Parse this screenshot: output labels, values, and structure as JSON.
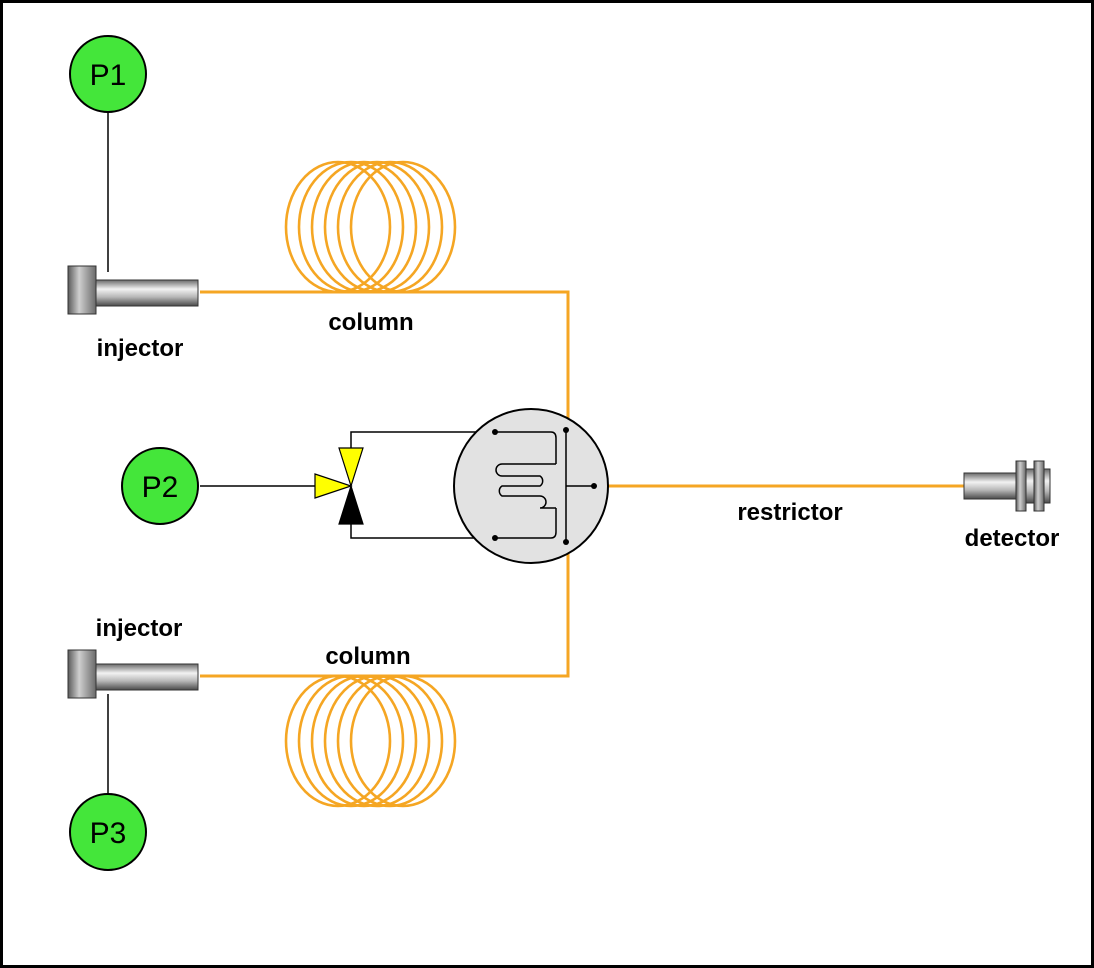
{
  "labels": {
    "injector_top": "injector",
    "injector_bottom": "injector",
    "column_top": "column",
    "column_bottom": "column",
    "restrictor": "restrictor",
    "detector": "detector"
  },
  "pumps": {
    "p1": "P1",
    "p2": "P2",
    "p3": "P3"
  },
  "colors": {
    "tubing": "#f5a623",
    "pump_fill": "#44e63a",
    "valve_upper": "#ffff00",
    "valve_lower": "#000000",
    "switch_body": "#e2e2e2"
  },
  "icons": [
    "pump-icon",
    "injector-icon",
    "column-coil-icon",
    "three-way-valve-icon",
    "deans-switch-icon",
    "detector-icon"
  ]
}
